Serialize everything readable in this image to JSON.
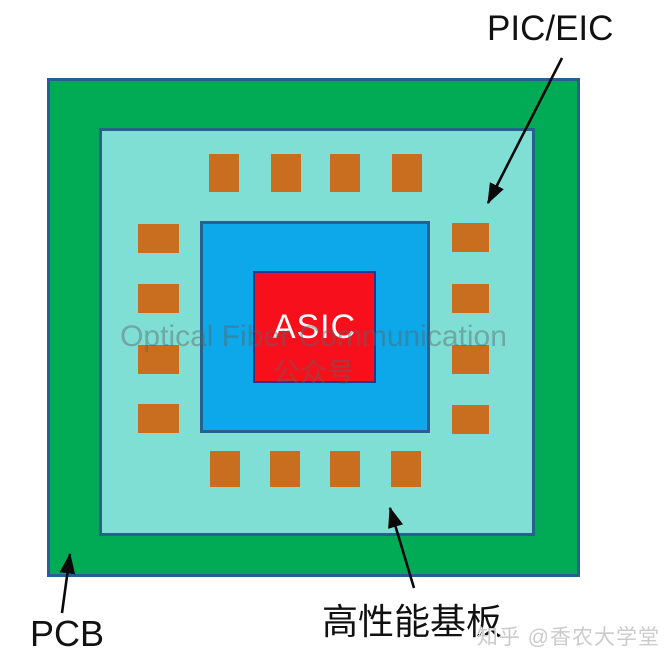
{
  "labels": {
    "pic_eic": "PIC/EIC",
    "pcb": "PCB",
    "substrate": "高性能基板",
    "asic": "ASIC"
  },
  "watermarks": {
    "center_line1": "Optical Fiber Communication",
    "center_line2": "公众号",
    "corner": "知乎 @香农大学堂"
  },
  "colors": {
    "pcb_green": "#01AB55",
    "substrate_cyan": "#80DFD4",
    "interposer_blue": "#0CA8E9",
    "asic_red": "#F7101C",
    "chip_orange": "#C96E1E",
    "outline_blue": "#27608C",
    "asic_border": "#2E3192",
    "label_color": "#111111",
    "watermark_center": "rgba(90,100,105,0.45)",
    "watermark_corner": "#cbcbcb",
    "arrow_black": "#0a0a0a"
  }
}
